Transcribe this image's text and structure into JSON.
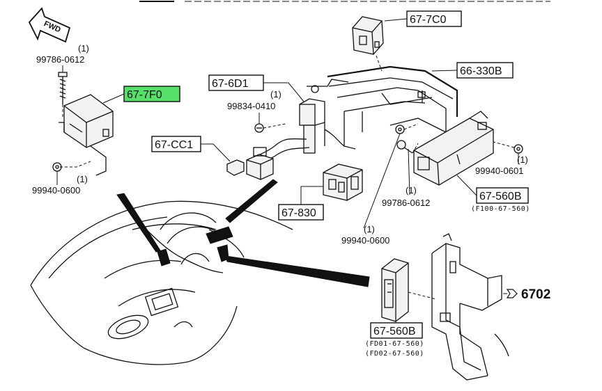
{
  "fwd_label": "FWD",
  "callouts": {
    "c_67_7F0": "67-7F0",
    "c_67_7C0": "67-7C0",
    "c_66_330B": "66-330B",
    "c_67_6D1": "67-6D1",
    "c_67_CC1": "67-CC1",
    "c_67_830": "67-830",
    "c_67_560B_upper": "67-560B",
    "c_67_560B_lower": "67-560B"
  },
  "callout_highlight_color": "#56e06a",
  "fasteners": {
    "bolt_99786_0612_left": {
      "part": "99786-0612",
      "qty": "(1)"
    },
    "nut_99940_0600_left": {
      "part": "99940-0600",
      "qty": "(1)"
    },
    "screw_99834_0410": {
      "part": "99834-0410",
      "qty": "(1)"
    },
    "nut_99940_0601": {
      "part": "99940-0601",
      "qty": "(1)"
    },
    "bolt_99786_0612_center": {
      "part": "99786-0612",
      "qty": "(1)"
    },
    "nut_99940_0600_center": {
      "part": "99940-0600",
      "qty": "(1)"
    }
  },
  "subcodes": {
    "upper_560B": "(F100-67-560)",
    "lower_560B_1": "(FD01-67-560)",
    "lower_560B_2": "(FD02-67-560)"
  },
  "section_ref": "6702"
}
